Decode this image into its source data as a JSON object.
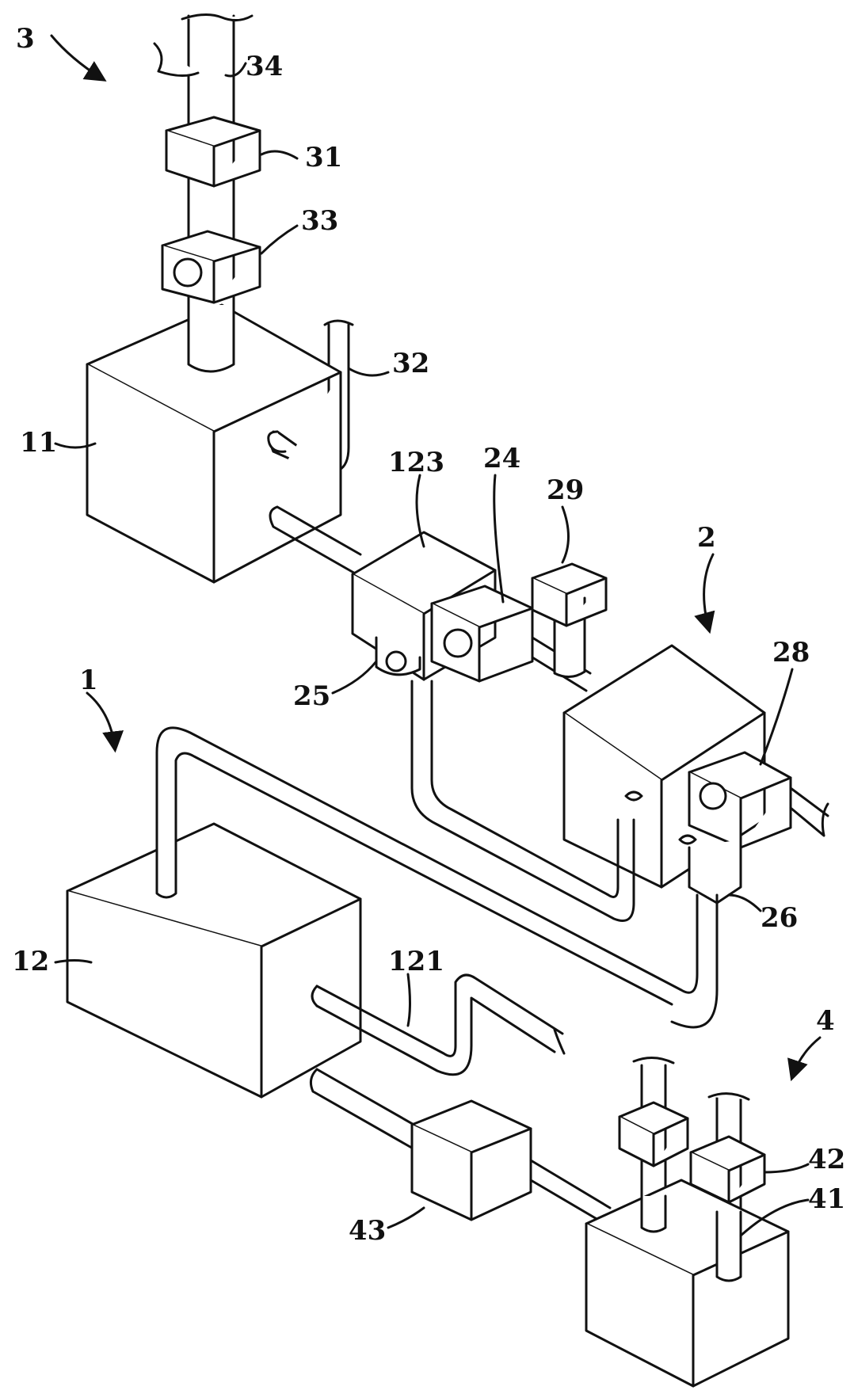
{
  "figure": {
    "labels": {
      "system_1": "1",
      "system_2": "2",
      "system_3": "3",
      "system_4": "4",
      "box_11": "11",
      "box_12": "12",
      "part_121": "121",
      "part_123": "123",
      "part_24": "24",
      "part_25": "25",
      "part_26": "26",
      "part_28": "28",
      "part_29": "29",
      "part_31": "31",
      "part_32": "32",
      "part_33": "33",
      "part_34": "34",
      "part_41": "41",
      "part_42": "42",
      "part_43": "43"
    }
  }
}
